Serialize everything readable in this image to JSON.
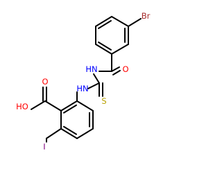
{
  "molecule": {
    "atoms": {
      "br": {
        "label": "Br",
        "color": "#a52a2a"
      },
      "o_amide": {
        "label": "O",
        "color": "#ff0000"
      },
      "nh_amide": {
        "label": "HN",
        "color": "#0000ff"
      },
      "s_thio": {
        "label": "S",
        "color": "#b8a100"
      },
      "nh_aniline": {
        "label": "HN",
        "color": "#0000ff"
      },
      "oh_acid": {
        "label": "HO",
        "color": "#ff0000"
      },
      "o_acid": {
        "label": "O",
        "color": "#ff0000"
      },
      "i_iodo": {
        "label": "I",
        "color": "#800080"
      }
    },
    "bond_color": "#000000"
  }
}
